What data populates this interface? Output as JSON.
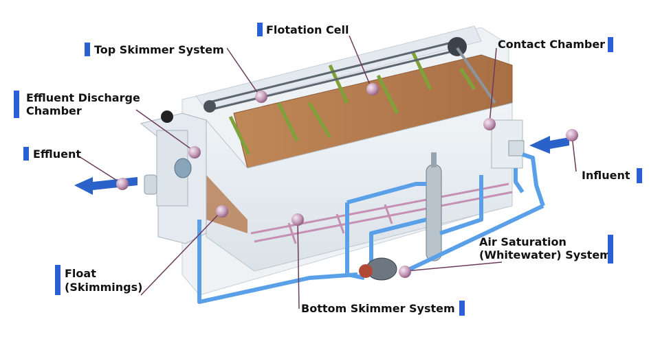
{
  "labels": {
    "flotation_cell": "Flotation Cell",
    "top_skimmer": "Top Skimmer System",
    "contact_chamber": "Contact Chamber",
    "effluent_discharge": [
      "Effluent Discharge",
      "Chamber"
    ],
    "effluent": "Effluent",
    "influent": "Influent",
    "float": [
      "Float",
      "(Skimmings)"
    ],
    "air_saturation": [
      "Air Saturation",
      "(Whitewater) System"
    ],
    "bottom_skimmer": "Bottom Skimmer System"
  },
  "colors": {
    "accent_bar": "#2a5fd6",
    "leader_line": "#6b3a5a",
    "marker": "#c49ab8",
    "pipe": "#5aa0e8",
    "flow_arrow": "#2a62c9",
    "tank_wall": "#e6ecf0",
    "sludge": "#b57a4e"
  },
  "icons": [
    "flow-arrow-effluent-icon",
    "flow-arrow-influent-icon",
    "pump-icon",
    "saturator-icon"
  ]
}
